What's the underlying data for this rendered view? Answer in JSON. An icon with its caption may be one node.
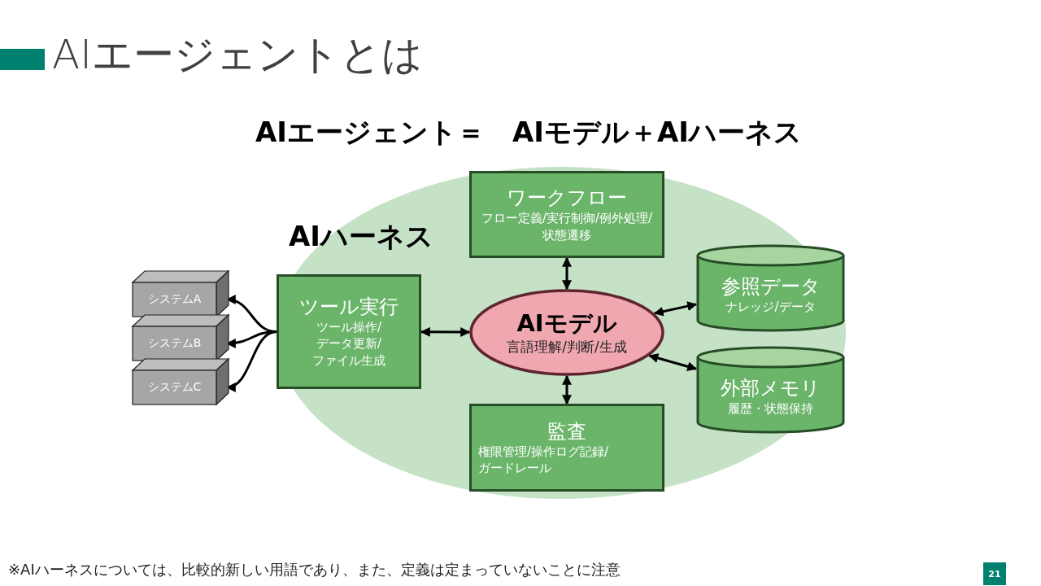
{
  "diagram": {
    "title": "AIエージェントとは",
    "nodes": [
      {
        "text": [
          "AIハーネス"
        ]
      },
      {
        "text": [
          "ワークフロー",
          "フロー定義/実行制御/例外処理/状態遷移"
        ],
        "in": 0
      },
      {
        "text": [
          "システムA"
        ]
      },
      {
        "text": [
          "システムB"
        ]
      },
      {
        "text": [
          "システムC"
        ]
      },
      {
        "text": [
          "ツール実行",
          "ツール操作/データ更新/ファイル生成"
        ],
        "in": 0
      },
      {
        "text": [
          "AIモデル",
          "言語理解/判断/生成"
        ],
        "in": 0
      },
      {
        "text": [
          "参照データ",
          "ナレッジ/データ"
        ],
        "in": 0
      },
      {
        "text": [
          "外部メモリ",
          "履歴・状態保持"
        ],
        "in": 0
      },
      {
        "text": [
          "監査",
          "権限管理/操作ログ記録/ガードレール"
        ],
        "in": 0
      }
    ],
    "edges": [
      {
        "from": 5,
        "to": 2,
        "arrow": "to"
      },
      {
        "from": 5,
        "to": 3,
        "arrow": "to"
      },
      {
        "from": 5,
        "to": 4,
        "arrow": "to"
      },
      {
        "from": 5,
        "to": 6,
        "arrow": "both"
      },
      {
        "from": 1,
        "to": 6,
        "arrow": "both"
      },
      {
        "from": 6,
        "to": 9,
        "arrow": "both"
      },
      {
        "from": 6,
        "to": 7,
        "arrow": "both"
      },
      {
        "from": 6,
        "to": 8,
        "arrow": "both"
      }
    ],
    "labels": [
      "AIエージェント＝　AIモデル＋AIハーネス",
      "※AIハーネスについては、比較的新しい用語であり、また、定義は定まっていないことに注意",
      "21"
    ]
  }
}
